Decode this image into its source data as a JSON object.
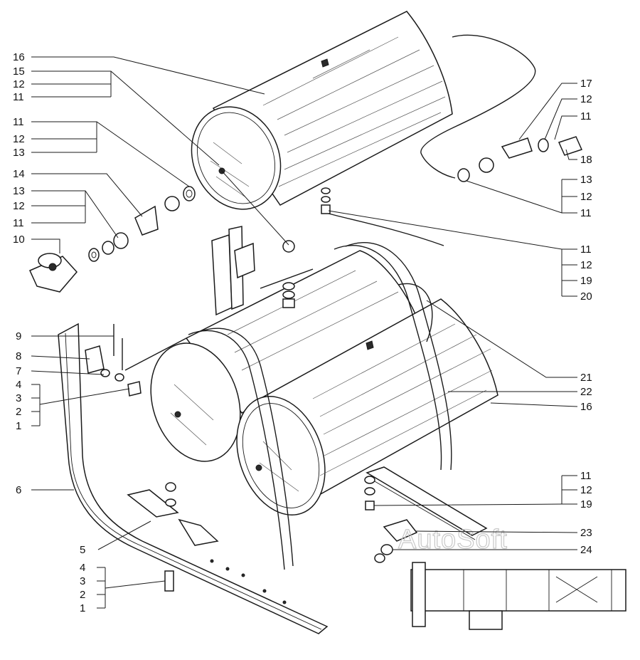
{
  "watermark": "AutoSoft",
  "labels": {
    "l16a": "16",
    "l15": "15",
    "l12a": "12",
    "l11a": "11",
    "l11b": "11",
    "l12b": "12",
    "l13a": "13",
    "l14": "14",
    "l13b": "13",
    "l12c": "12",
    "l11c": "11",
    "l10": "10",
    "l17": "17",
    "l12d": "12",
    "l11d": "11",
    "l18": "18",
    "l13c": "13",
    "l12e": "12",
    "l11e": "11",
    "l11f": "11",
    "l12f": "12",
    "l19a": "19",
    "l20": "20",
    "l9": "9",
    "l8": "8",
    "l7": "7",
    "l4a": "4",
    "l3a": "3",
    "l2a": "2",
    "l1a": "1",
    "l21": "21",
    "l22": "22",
    "l16b": "16",
    "l6": "6",
    "l11g": "11",
    "l12g": "12",
    "l19b": "19",
    "l23": "23",
    "l24": "24",
    "l5": "5",
    "l4b": "4",
    "l3b": "3",
    "l2b": "2",
    "l1b": "1"
  }
}
